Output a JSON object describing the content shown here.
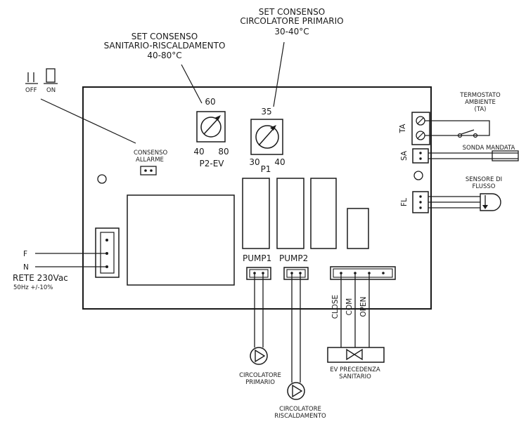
{
  "labels": {
    "sw_off": "OFF",
    "sw_on": "ON",
    "set_san_1": "SET CONSENSO",
    "set_san_2": "SANITARIO-RISCALDAMENTO",
    "set_san_3": "40-80°C",
    "set_prim_1": "SET CONSENSO",
    "set_prim_2": "CIRCOLATORE PRIMARIO",
    "set_prim_3": "30-40°C",
    "p2_top": "60",
    "p2_min": "40",
    "p2_max": "80",
    "p2_name": "P2-EV",
    "p1_top": "35",
    "p1_min": "30",
    "p1_max": "40",
    "p1_name": "P1",
    "allarme_1": "CONSENSO",
    "allarme_2": "ALLARME",
    "ta": "TA",
    "sa": "SA",
    "fl": "FL",
    "termostato_1": "TERMOSTATO",
    "termostato_2": "AMBIENTE",
    "termostato_3": "(TA)",
    "sonda": "SONDA MANDATA",
    "sensore_1": "SENSORE DI",
    "sensore_2": "FLUSSO",
    "f": "F",
    "n": "N",
    "rete": "RETE 230Vac",
    "rete_sub": "50Hz +/-10%",
    "pump1": "PUMP1",
    "pump2": "PUMP2",
    "close": "CLOSE",
    "com": "COM",
    "open": "OPEN",
    "circ_prim_1": "CIRCOLATORE",
    "circ_prim_2": "PRIMARIO",
    "circ_risc_1": "CIRCOLATORE",
    "circ_risc_2": "RISCALDAMENTO",
    "ev_1": "EV PRECEDENZA",
    "ev_2": "SANITARIO"
  }
}
